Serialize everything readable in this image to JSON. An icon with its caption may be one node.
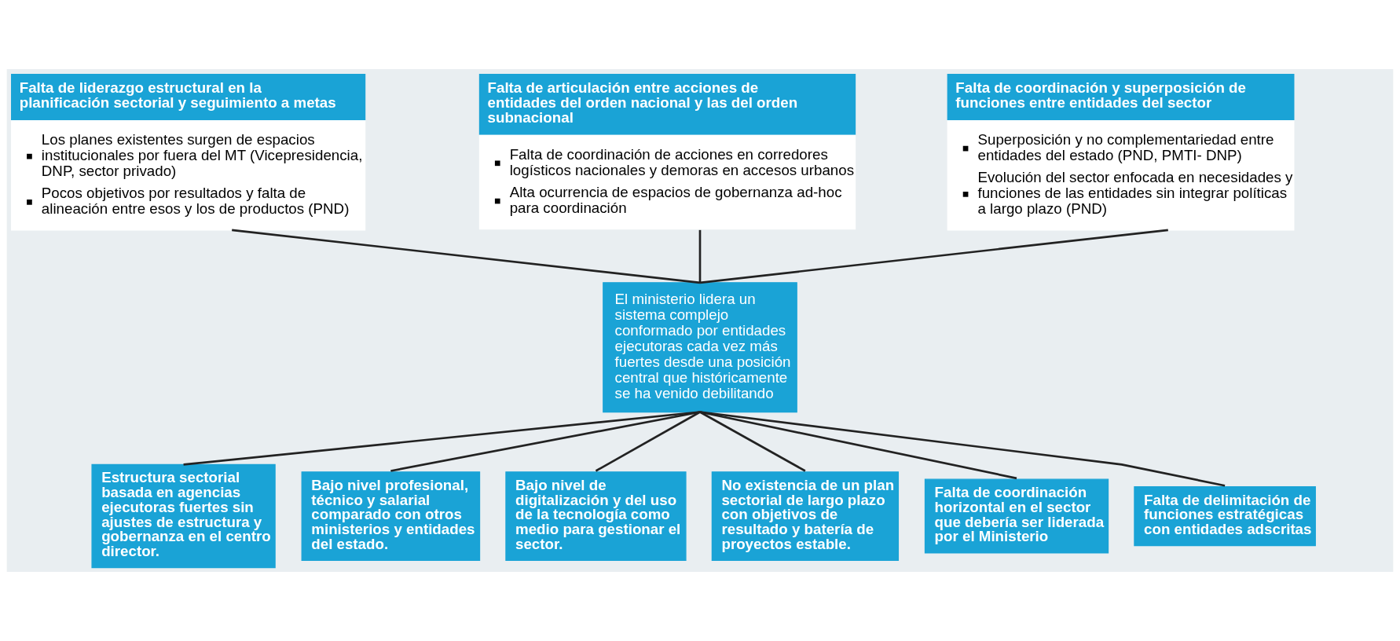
{
  "diagram": {
    "nodes": [
      {
        "text": [
          "Falta de liderazgo estructural en la planificación sectorial y seguimiento a metas",
          "Los planes existentes surgen de espacios institucionales por fuera del MT (Vicepresidencia, DNP, sector privado)",
          "Pocos objetivos por resultados y falta de alineación entre esos y los de productos (PND)"
        ]
      },
      {
        "text": [
          "Falta de articulación entre acciones de entidades del orden nacional y las del orden subnacional",
          "Falta de coordinación de acciones en corredores logísticos nacionales y demoras en accesos urbanos",
          "Alta ocurrencia de espacios de gobernanza ad-hoc para coordinación"
        ]
      },
      {
        "text": [
          "Falta de coordinación y superposición de funciones entre entidades del sector",
          "Superposición y no complementariedad entre entidades del estado (PND, PMTI- DNP)",
          "Evolución del sector enfocada en necesidades y funciones de las entidades sin integrar políticas a largo plazo (PND)"
        ]
      },
      {
        "text": [
          "El ministerio lidera un sistema complejo conformado por entidades ejecutoras cada vez más fuertes desde una posición central que históricamente se ha venido debilitando"
        ]
      },
      {
        "text": [
          "Estructura sectorial basada en agencias ejecutoras fuertes sin ajustes de estructura y gobernanza en el centro director."
        ]
      },
      {
        "text": [
          "Bajo nivel profesional, técnico y salarial comparado con otros ministerios y entidades del estado."
        ]
      },
      {
        "text": [
          "Bajo nivel de digitalización y del uso de la tecnología como medio para gestionar el sector."
        ]
      },
      {
        "text": [
          "No existencia de un plan sectorial de largo plazo con objetivos de resultado y batería de proyectos estable."
        ]
      },
      {
        "text": [
          "Falta de coordinación horizontal en el sector que debería ser liderada por el Ministerio"
        ]
      },
      {
        "text": [
          "Falta de delimitación de funciones estratégicas con entidades adscritas"
        ]
      }
    ],
    "edges": [
      {
        "from": 0,
        "to": 3,
        "arrow": "none"
      },
      {
        "from": 1,
        "to": 3,
        "arrow": "none"
      },
      {
        "from": 2,
        "to": 3,
        "arrow": "none"
      },
      {
        "from": 3,
        "to": 4,
        "arrow": "none"
      },
      {
        "from": 3,
        "to": 5,
        "arrow": "none"
      },
      {
        "from": 3,
        "to": 6,
        "arrow": "none"
      },
      {
        "from": 3,
        "to": 7,
        "arrow": "none"
      },
      {
        "from": 3,
        "to": 8,
        "arrow": "none"
      },
      {
        "from": 3,
        "to": 9,
        "arrow": "none"
      }
    ]
  }
}
